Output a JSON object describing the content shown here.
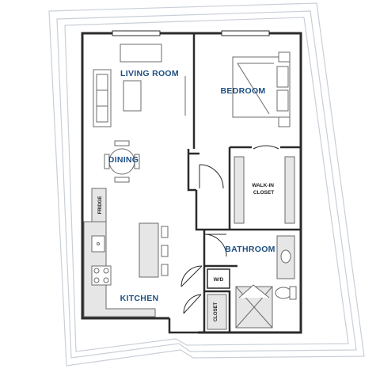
{
  "colors": {
    "wall": "#2b2b2b",
    "outline": "#c9cfd6",
    "fixture": "#6b6b6b",
    "fixture_fill": "#e6e6e6",
    "label_blue": "#1f4f82",
    "label_dark": "#222222"
  },
  "rooms": {
    "living_room": "LIVING ROOM",
    "bedroom": "BEDROOM",
    "dining": "DINING",
    "kitchen": "KITCHEN",
    "bathroom": "BATHROOM"
  },
  "fixtures": {
    "fridge": "FRIDGE",
    "walk_in_closet": "WALK-IN CLOSET",
    "washer_dryer": "W/D",
    "closet": "CLOSET"
  }
}
